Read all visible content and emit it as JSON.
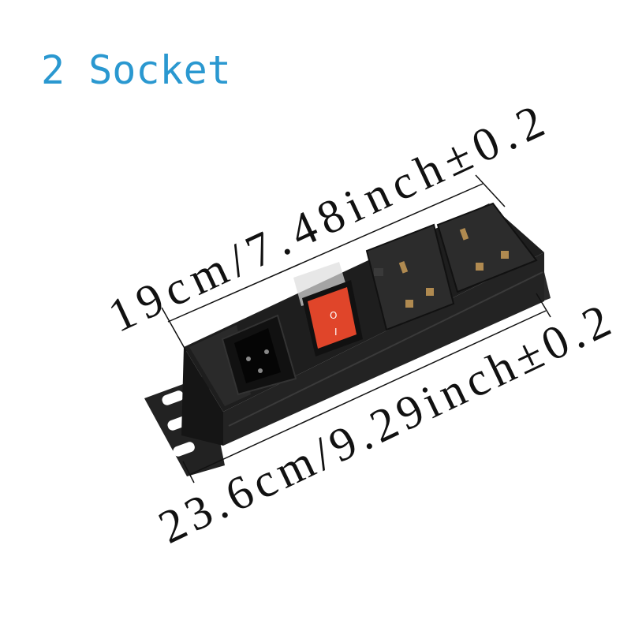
{
  "title": "2 Socket",
  "dimensions": {
    "length_inner": "19cm/7.48inch±0.2",
    "length_outer": "23.6cm/9.29inch±0.2"
  },
  "switch": {
    "on_mark": "I",
    "off_mark": "O"
  },
  "colors": {
    "title": "#2a98d0",
    "body": "#1c1c1c",
    "switch": "#e0452a",
    "dimension_text": "#111111"
  }
}
